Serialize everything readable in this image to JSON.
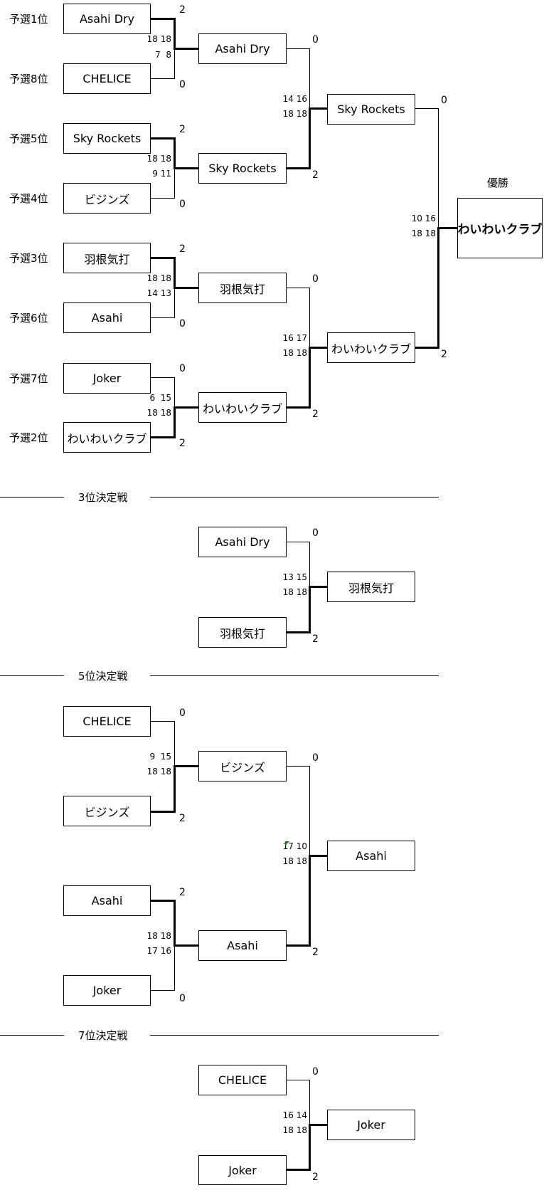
{
  "main": {
    "champion_label": "優勝",
    "champion": "わいわいクラブ",
    "seeds": [
      "予選1位",
      "予選8位",
      "予選5位",
      "予選4位",
      "予選3位",
      "予選6位",
      "予選7位",
      "予選2位"
    ],
    "round1": [
      {
        "top": "Asahi Dry",
        "bottom": "CHELICE",
        "top_score": "2",
        "bottom_score": "0",
        "sets_top": "18 18",
        "sets_bottom": "7  8",
        "winner": "top"
      },
      {
        "top": "Sky Rockets",
        "bottom": "ビジンズ",
        "top_score": "2",
        "bottom_score": "0",
        "sets_top": "18 18",
        "sets_bottom": "9 11",
        "winner": "top"
      },
      {
        "top": "羽根気打",
        "bottom": "Asahi",
        "top_score": "2",
        "bottom_score": "0",
        "sets_top": "18 18",
        "sets_bottom": "14 13",
        "winner": "top"
      },
      {
        "top": "Joker",
        "bottom": "わいわいクラブ",
        "top_score": "0",
        "bottom_score": "2",
        "sets_top": "6  15",
        "sets_bottom": "18 18",
        "winner": "bottom"
      }
    ],
    "round2": [
      {
        "top": "Asahi Dry",
        "bottom": "Sky Rockets",
        "top_score": "0",
        "bottom_score": "2",
        "sets_top": "14 16",
        "sets_bottom": "18 18",
        "winner": "bottom"
      },
      {
        "top": "羽根気打",
        "bottom": "わいわいクラブ",
        "top_score": "0",
        "bottom_score": "2",
        "sets_top": "16 17",
        "sets_bottom": "18 18",
        "winner": "bottom"
      }
    ],
    "final": {
      "top": "Sky Rockets",
      "bottom": "わいわいクラブ",
      "top_score": "0",
      "bottom_score": "2",
      "sets_top": "10 16",
      "sets_bottom": "18 18",
      "winner": "bottom"
    }
  },
  "third_place": {
    "title": "3位決定戦",
    "match": {
      "top": "Asahi Dry",
      "bottom": "羽根気打",
      "winner_name": "羽根気打",
      "top_score": "0",
      "bottom_score": "2",
      "sets_top": "13 15",
      "sets_bottom": "18 18",
      "winner": "bottom"
    }
  },
  "fifth_place": {
    "title": "5位決定戦",
    "semis": [
      {
        "top": "CHELICE",
        "bottom": "ビジンズ",
        "top_score": "0",
        "bottom_score": "2",
        "sets_top": "9  15",
        "sets_bottom": "18 18",
        "winner": "bottom"
      },
      {
        "top": "Asahi",
        "bottom": "Joker",
        "top_score": "2",
        "bottom_score": "0",
        "sets_top": "18 18",
        "sets_bottom": "17 16",
        "winner": "top"
      }
    ],
    "final": {
      "top": "ビジンズ",
      "bottom": "Asahi",
      "winner_name": "Asahi",
      "top_score": "0",
      "bottom_score": "2",
      "sets_top": "17 10",
      "sets_bottom": "18 18",
      "winner": "bottom"
    }
  },
  "seventh_place": {
    "title": "7位決定戦",
    "match": {
      "top": "CHELICE",
      "bottom": "Joker",
      "winner_name": "Joker",
      "top_score": "0",
      "bottom_score": "2",
      "sets_top": "16 14",
      "sets_bottom": "18 18",
      "winner": "bottom"
    }
  }
}
